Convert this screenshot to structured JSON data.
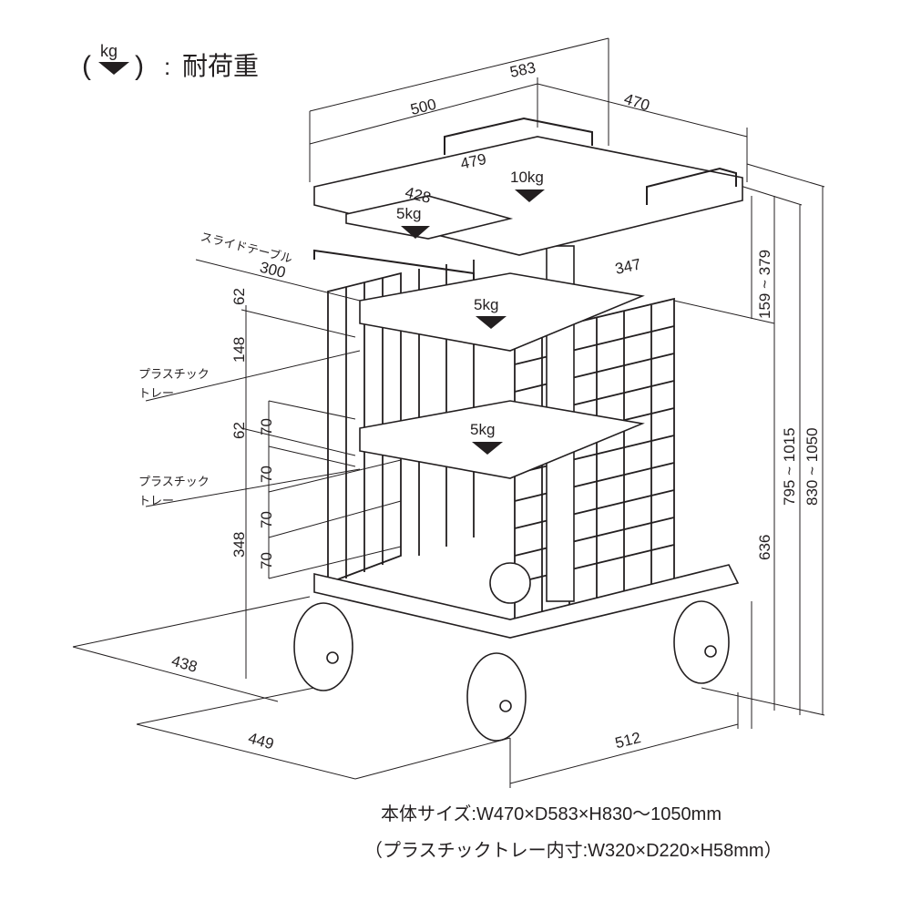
{
  "legend": {
    "unit": "kg",
    "separator": ":",
    "label": "耐荷重"
  },
  "dimensions": {
    "depth_total": "583",
    "top_width": "500",
    "width_total": "470",
    "top_inner_width": "479",
    "top_inner_depth": "428",
    "slide_table_depth": "300",
    "tray_width": "347",
    "slide_height_range": "159 ~ 379",
    "height_range_a": "795 ~ 1015",
    "height_range_b": "830 ~ 1050",
    "base_height": "636",
    "gap_upper": "62",
    "gap_upper_tray": "148",
    "gap_lower": "62",
    "gap_lower_tray": "348",
    "pitch_1": "70",
    "pitch_2": "70",
    "pitch_3": "70",
    "pitch_4": "70",
    "base_depth_a": "438",
    "base_depth_b": "449",
    "base_width": "512"
  },
  "loads": {
    "top": "10kg",
    "slide_table": "5kg",
    "upper_tray": "5kg",
    "lower_tray": "5kg"
  },
  "labels": {
    "slide_table": "スライドテーブル",
    "tray_upper_1": "プラスチック",
    "tray_upper_2": "トレー",
    "tray_lower_1": "プラスチック",
    "tray_lower_2": "トレー"
  },
  "footer": {
    "size": "本体サイズ:W470×D583×H830〜1050mm",
    "tray_size": "（プラスチックトレー内寸:W320×D220×H58mm）"
  }
}
